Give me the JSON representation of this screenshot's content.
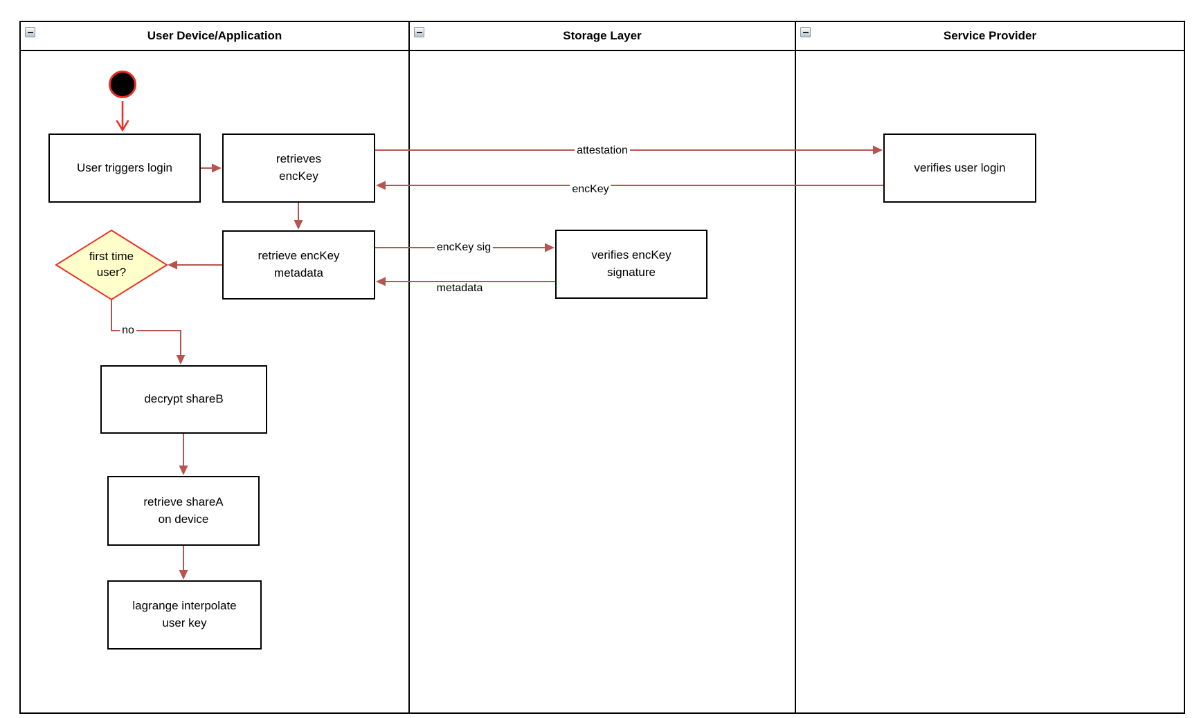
{
  "diagram": {
    "lanes": [
      {
        "title": "User Device/Application",
        "collapse_icon": "minus"
      },
      {
        "title": "Storage Layer",
        "collapse_icon": "minus"
      },
      {
        "title": "Service Provider",
        "collapse_icon": "minus"
      }
    ],
    "nodes": {
      "start": {
        "type": "initial-node"
      },
      "user_triggers_login": {
        "label": "User triggers login"
      },
      "retrieves_enckey": {
        "label": "retrieves\nencKey"
      },
      "verifies_user_login": {
        "label": "verifies user login"
      },
      "retrieve_enckey_metadata": {
        "label": "retrieve encKey\nmetadata"
      },
      "verifies_enckey_signature": {
        "label": "verifies encKey\nsignature"
      },
      "first_time_user": {
        "label": "first time\nuser?"
      },
      "decrypt_shareb": {
        "label": "decrypt shareB"
      },
      "retrieve_sharea": {
        "label": "retrieve shareA\non device"
      },
      "lagrange_interpolate": {
        "label": "lagrange interpolate\nuser key"
      }
    },
    "edge_labels": {
      "attestation": "attestation",
      "enckey": "encKey",
      "enckey_sig": "encKey sig",
      "metadata": "metadata",
      "no": "no"
    },
    "colors": {
      "arrow_dark_red": "#b85450",
      "arrow_bright_red": "#ed2d24",
      "diamond_fill": "#ffffcc",
      "diamond_stroke": "#ed2d24",
      "node_border": "#000000",
      "node_fill": "#ffffff"
    }
  }
}
